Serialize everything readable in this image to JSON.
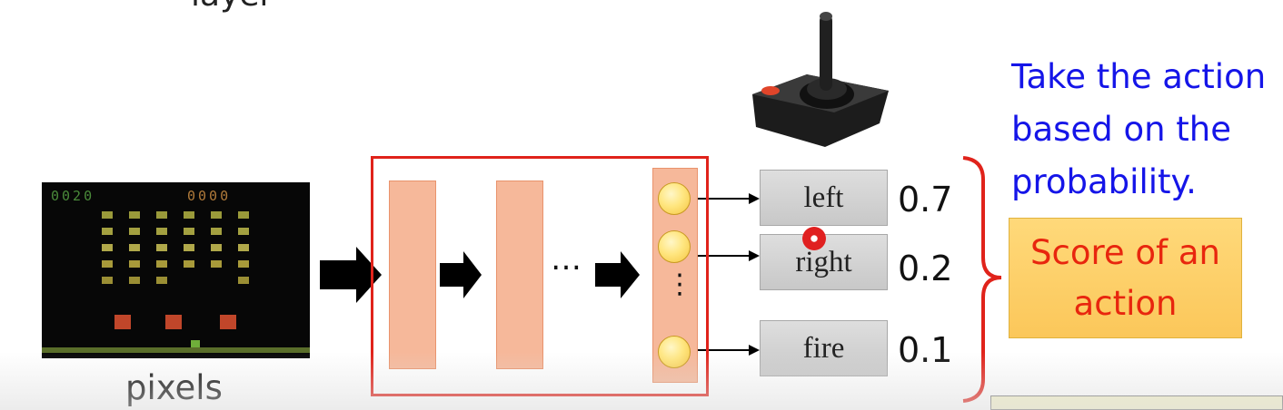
{
  "top_partial_text": "layer",
  "input_label": "pixels",
  "game_score": {
    "left_digits": "0020",
    "right_digits": "0000"
  },
  "network": {
    "ellipsis": "…",
    "output_dots": "⋮"
  },
  "actions": [
    {
      "label": "left",
      "probability": "0.7"
    },
    {
      "label": "right",
      "probability": "0.2"
    },
    {
      "label": "fire",
      "probability": "0.1"
    }
  ],
  "annotation": {
    "take_action_lines": [
      "Take the action",
      "based on the",
      "probability."
    ],
    "score_lines": [
      "Score of an",
      "action"
    ]
  },
  "icons": {
    "joystick": "joystick-icon",
    "cursor": "cursor-dot-icon"
  },
  "colors": {
    "frame_red": "#e0231b",
    "layer_salmon": "#f6b89a",
    "annotation_blue": "#1515e8",
    "score_text_red": "#e8260e",
    "score_box_yellow": "#fbc75a"
  }
}
